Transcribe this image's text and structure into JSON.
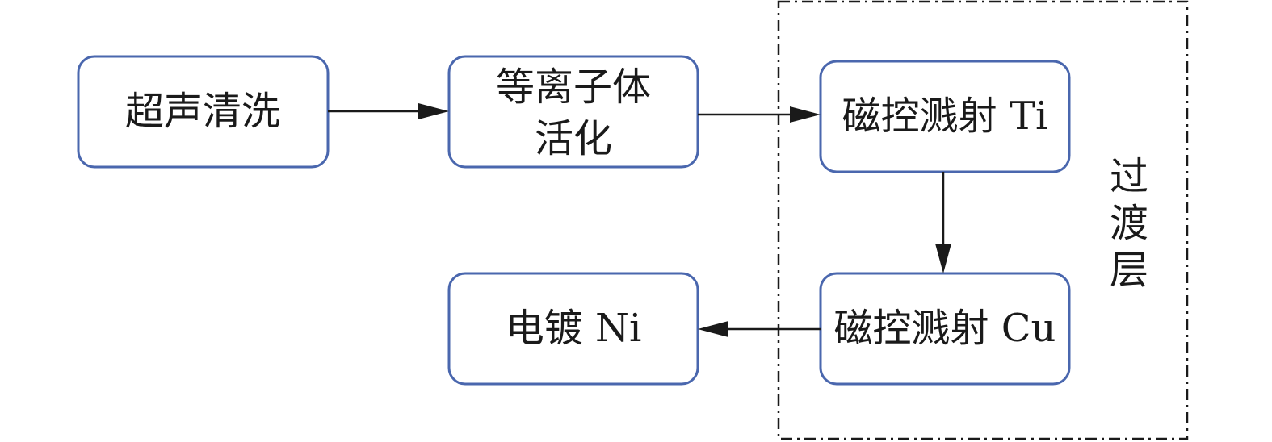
{
  "nodes": {
    "ultrasonic_cleaning": {
      "lines": [
        "超声清洗"
      ]
    },
    "plasma_activation": {
      "lines": [
        "等离子体",
        "活化"
      ]
    },
    "sputter_ti": {
      "lines": [
        "磁控溅射 Ti"
      ]
    },
    "sputter_cu": {
      "lines": [
        "磁控溅射 Cu"
      ]
    },
    "electroplate_ni": {
      "lines": [
        "电镀 Ni"
      ]
    }
  },
  "group": {
    "label_chars": [
      "过",
      "渡",
      "层"
    ]
  },
  "colors": {
    "box_border": "#4a67ae",
    "arrow": "#1a1a1a",
    "text": "#1a1a1a"
  }
}
